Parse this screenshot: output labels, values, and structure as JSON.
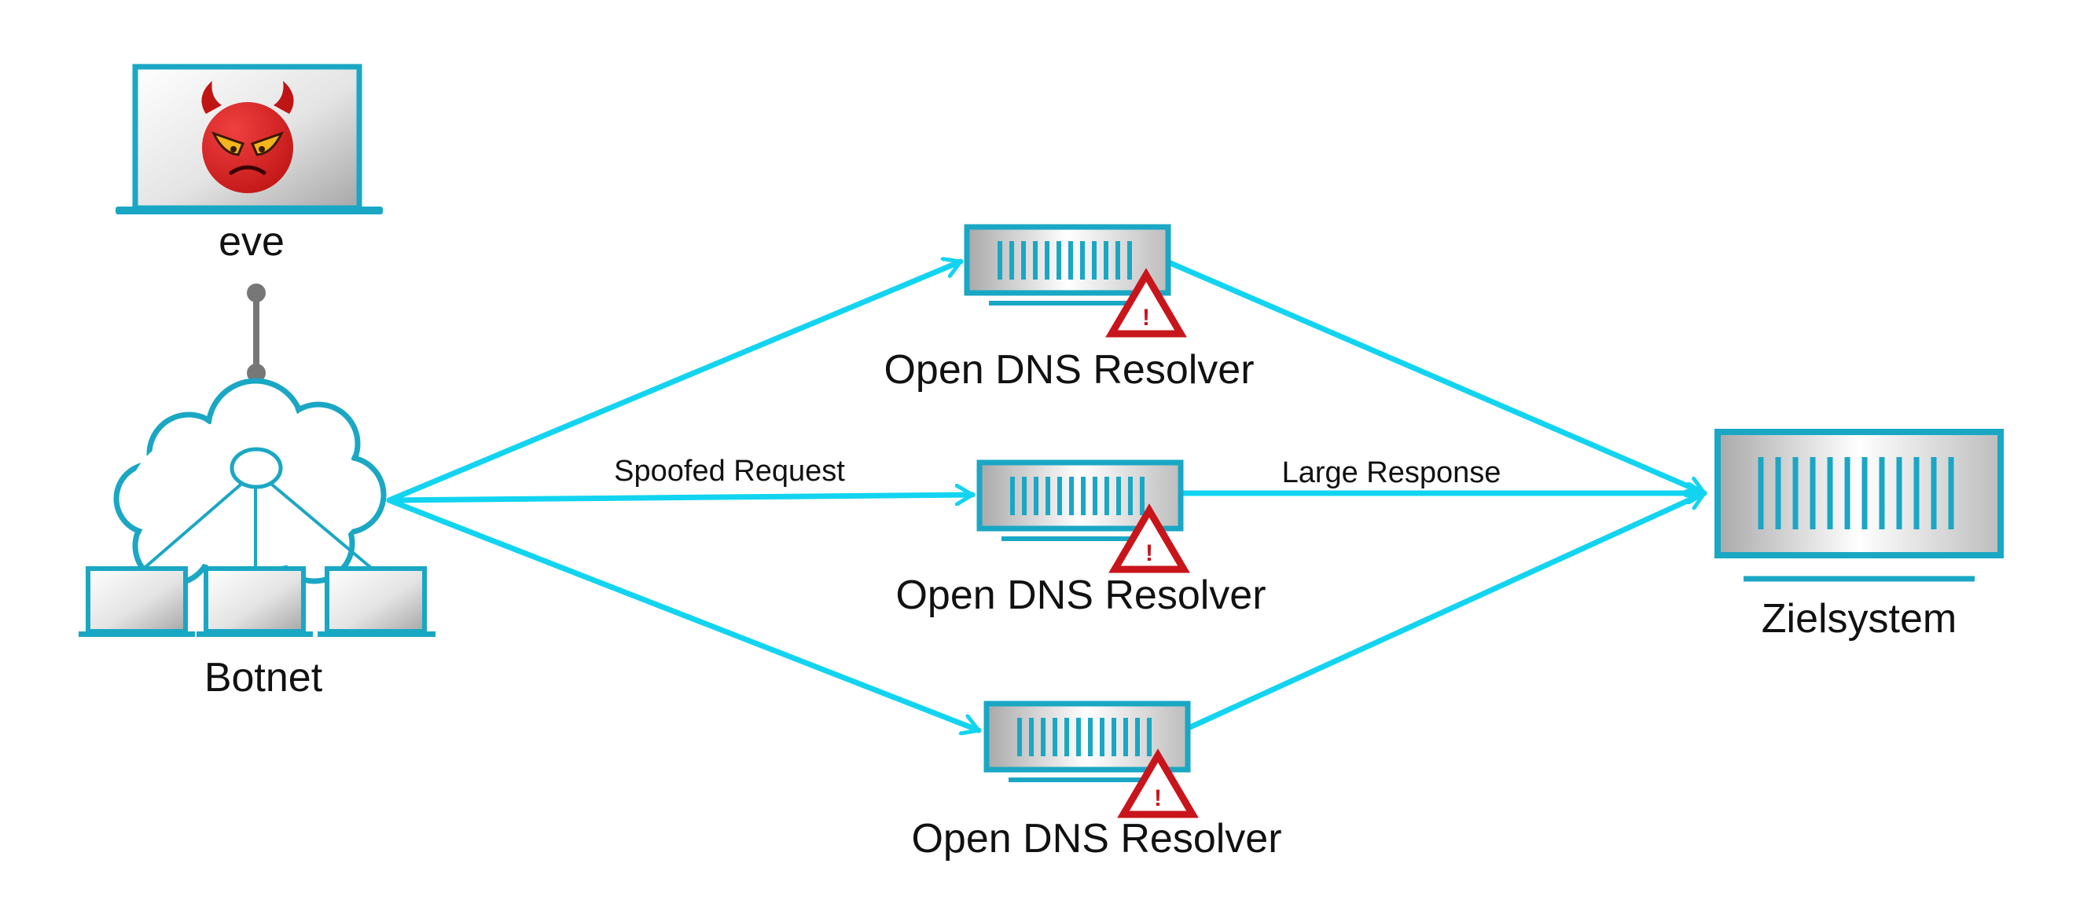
{
  "colors": {
    "accent": "#1aa7c4",
    "arrow": "#12d4f0",
    "warning": "#c8151b",
    "connector": "#777777",
    "devil": "#d81e1e"
  },
  "nodes": {
    "eve": {
      "label": "eve",
      "icon": "devil-face-icon"
    },
    "botnet": {
      "label": "Botnet",
      "icon": "cloud-network-icon"
    },
    "resolver_top": {
      "label": "Open DNS Resolver",
      "icon": "server-icon",
      "badge": "warning-icon"
    },
    "resolver_mid": {
      "label": "Open DNS Resolver",
      "icon": "server-icon",
      "badge": "warning-icon"
    },
    "resolver_bot": {
      "label": "Open DNS Resolver",
      "icon": "server-icon",
      "badge": "warning-icon"
    },
    "target": {
      "label": "Zielsystem",
      "icon": "server-icon"
    }
  },
  "edges": {
    "request": {
      "label": "Spoofed Request"
    },
    "response": {
      "label": "Large Response"
    }
  }
}
